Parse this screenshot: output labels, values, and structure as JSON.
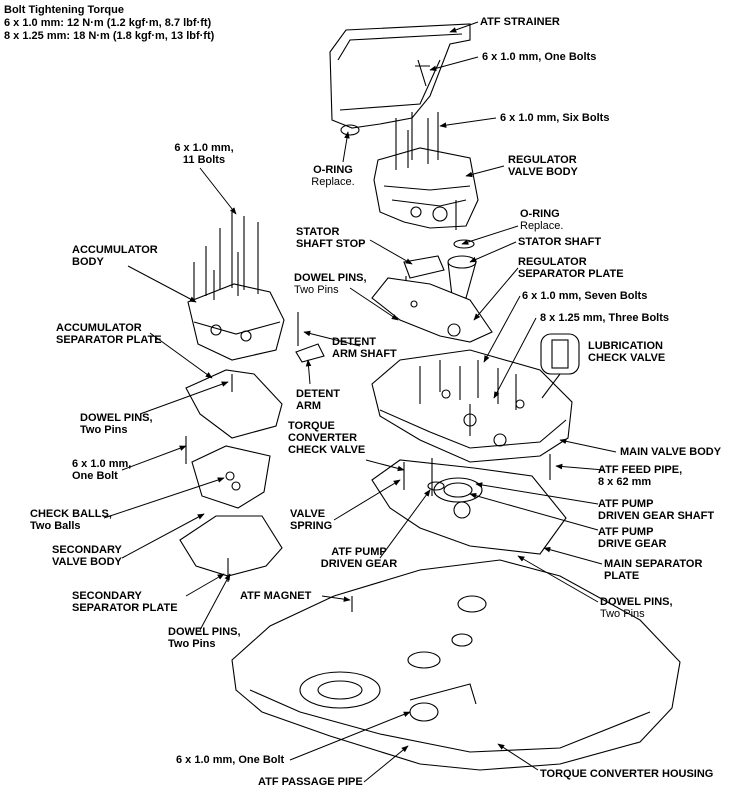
{
  "header": {
    "title": "Bolt Tightening Torque",
    "line1": "6 x 1.0 mm: 12 N·m (1.2 kgf·m, 8.7 lbf·ft)",
    "line2": "8 x 1.25 mm: 18 N·m (1.8 kgf·m, 13 lbf·ft)"
  },
  "labels": {
    "atf_strainer": "ATF STRAINER",
    "bolt_one_top": "6 x 1.0 mm, One Bolts",
    "bolt_six": "6 x 1.0 mm, Six Bolts",
    "oring_1": "O-RING",
    "oring_1_sub": "Replace.",
    "regulator_valve_body_1": "REGULATOR",
    "regulator_valve_body_2": "VALVE BODY",
    "bolt_eleven_1": "6 x 1.0 mm,",
    "bolt_eleven_2": "11 Bolts",
    "oring_2": "O-RING",
    "oring_2_sub": "Replace.",
    "stator_shaft_stop_1": "STATOR",
    "stator_shaft_stop_2": "SHAFT STOP",
    "stator_shaft": "STATOR SHAFT",
    "accumulator_body_1": "ACCUMULATOR",
    "accumulator_body_2": "BODY",
    "regulator_sep_plate_1": "REGULATOR",
    "regulator_sep_plate_2": "SEPARATOR PLATE",
    "dowel_pins_top_1": "DOWEL PINS,",
    "dowel_pins_top_2": "Two Pins",
    "bolt_seven": "6 x 1.0 mm, Seven Bolts",
    "bolt_three": "8 x 1.25 mm, Three Bolts",
    "accumulator_sep_plate_1": "ACCUMULATOR",
    "accumulator_sep_plate_2": "SEPARATOR PLATE",
    "lubrication_check_valve_1": "LUBRICATION",
    "lubrication_check_valve_2": "CHECK VALVE",
    "detent_arm_shaft_1": "DETENT",
    "detent_arm_shaft_2": "ARM SHAFT",
    "detent_arm_1": "DETENT",
    "detent_arm_2": "ARM",
    "dowel_pins_left_1": "DOWEL PINS,",
    "dowel_pins_left_2": "Two Pins",
    "torque_conv_check_valve_1": "TORQUE",
    "torque_conv_check_valve_2": "CONVERTER",
    "torque_conv_check_valve_3": "CHECK VALVE",
    "main_valve_body": "MAIN VALVE BODY",
    "bolt_one_left_1": "6 x 1.0 mm,",
    "bolt_one_left_2": "One Bolt",
    "atf_feed_pipe_1": "ATF FEED PIPE,",
    "atf_feed_pipe_2": "8 x 62 mm",
    "check_balls_1": "CHECK BALLS,",
    "check_balls_2": "Two Balls",
    "valve_spring_1": "VALVE",
    "valve_spring_2": "SPRING",
    "atf_pump_driven_gear_shaft_1": "ATF PUMP",
    "atf_pump_driven_gear_shaft_2": "DRIVEN GEAR SHAFT",
    "secondary_valve_body_1": "SECONDARY",
    "secondary_valve_body_2": "VALVE BODY",
    "atf_pump_driven_gear_1": "ATF PUMP",
    "atf_pump_driven_gear_2": "DRIVEN GEAR",
    "atf_pump_drive_gear_1": "ATF PUMP",
    "atf_pump_drive_gear_2": "DRIVE GEAR",
    "main_sep_plate_1": "MAIN SEPARATOR",
    "main_sep_plate_2": "PLATE",
    "secondary_sep_plate_1": "SECONDARY",
    "secondary_sep_plate_2": "SEPARATOR PLATE",
    "atf_magnet": "ATF MAGNET",
    "dowel_pins_right_1": "DOWEL PINS,",
    "dowel_pins_right_2": "Two Pins",
    "dowel_pins_bottom_1": "DOWEL PINS,",
    "dowel_pins_bottom_2": "Two Pins",
    "bolt_one_bottom": "6 x 1.0 mm, One Bolt",
    "atf_passage_pipe": "ATF PASSAGE PIPE",
    "torque_converter_housing": "TORQUE CONVERTER HOUSING"
  }
}
